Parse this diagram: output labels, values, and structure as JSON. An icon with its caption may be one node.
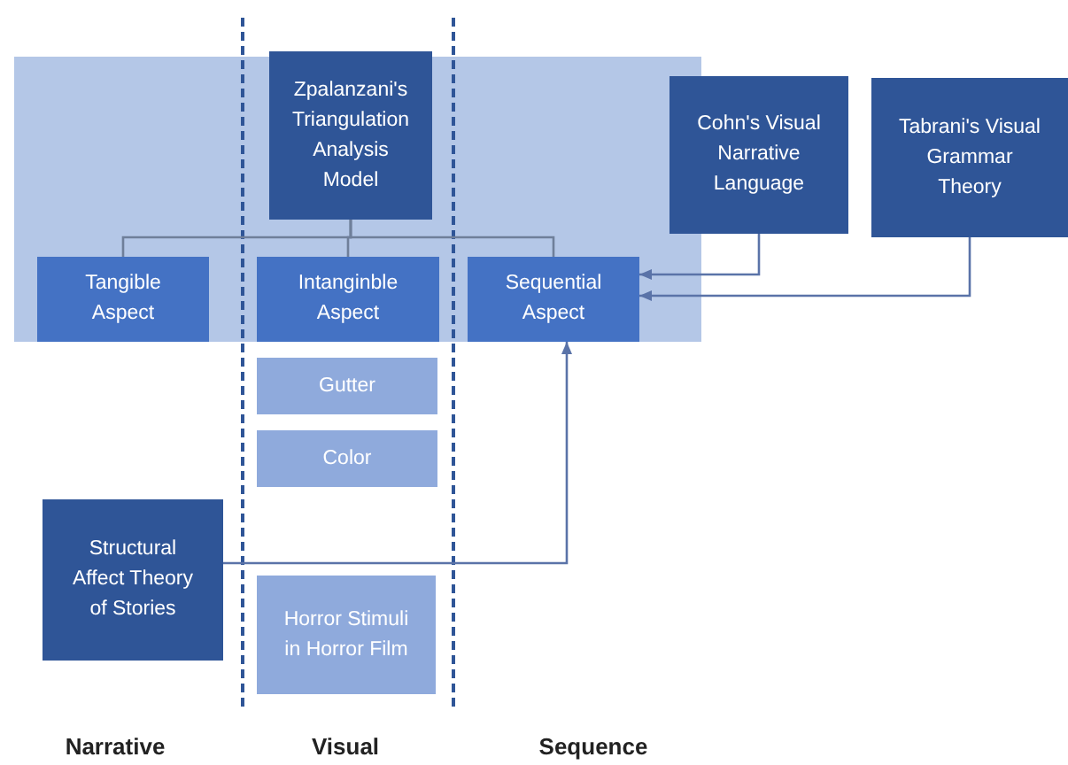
{
  "diagram": {
    "nodes": [
      {
        "text": [],
        "shape": "box"
      },
      {
        "text": [
          "Zpalanzani's Triangulation Analysis Model"
        ],
        "in": 0
      },
      {
        "text": [
          "Tangible Aspect"
        ],
        "in": 0
      },
      {
        "text": [
          "Intanginble Aspect"
        ],
        "in": 0
      },
      {
        "text": [
          "Sequential Aspect"
        ],
        "in": 0
      },
      {
        "text": [
          "Cohn's Visual Narrative Language"
        ]
      },
      {
        "text": [
          "Tabrani's Visual Grammar Theory"
        ]
      },
      {
        "text": [
          "Gutter"
        ]
      },
      {
        "text": [
          "Color"
        ]
      },
      {
        "text": [
          "Structural Affect Theory of Stories"
        ]
      },
      {
        "text": [
          "Horror Stimuli in Horror Film"
        ]
      }
    ],
    "edges": [
      {
        "from": 1,
        "to": 2,
        "arrow": "none"
      },
      {
        "from": 1,
        "to": 3,
        "arrow": "none"
      },
      {
        "from": 1,
        "to": 4,
        "arrow": "none"
      },
      {
        "from": 5,
        "to": 4,
        "arrow": "to"
      },
      {
        "from": 6,
        "to": 4,
        "arrow": "to"
      },
      {
        "from": 9,
        "to": 4,
        "arrow": "to"
      }
    ],
    "labels": [
      "Narrative",
      "Visual",
      "Sequence"
    ]
  }
}
